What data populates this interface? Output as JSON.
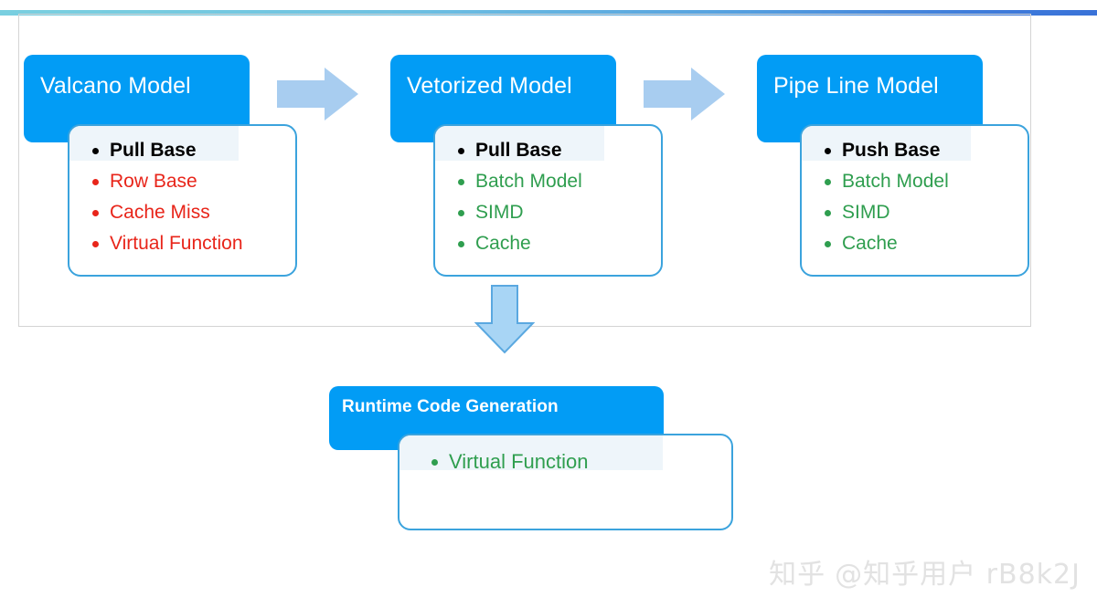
{
  "decor": {
    "top_bar_gradient_from": "#79cfe0",
    "top_bar_gradient_to": "#3a72d8",
    "frame_border_color": "#d4d4d4",
    "plate_color": "#029cf5",
    "card_border_color": "#3ba3dd",
    "arrow_fill": "#a8cdf0",
    "arrow_stroke": "#6aa9e0",
    "color_black": "#000000",
    "color_red": "#e8251a",
    "color_green": "#2f9e4f"
  },
  "stages": [
    {
      "title": "Valcano Model",
      "bullets": [
        {
          "text": "Pull Base",
          "tone": "black"
        },
        {
          "text": "Row Base",
          "tone": "red"
        },
        {
          "text": "Cache Miss",
          "tone": "red"
        },
        {
          "text": "Virtual Function",
          "tone": "red"
        }
      ]
    },
    {
      "title": "Vetorized Model",
      "bullets": [
        {
          "text": "Pull Base",
          "tone": "black"
        },
        {
          "text": "Batch Model",
          "tone": "green"
        },
        {
          "text": "SIMD",
          "tone": "green"
        },
        {
          "text": "Cache",
          "tone": "green"
        }
      ]
    },
    {
      "title": "Pipe Line Model",
      "bullets": [
        {
          "text": "Push Base",
          "tone": "black"
        },
        {
          "text": "Batch Model",
          "tone": "green"
        },
        {
          "text": "SIMD",
          "tone": "green"
        },
        {
          "text": "Cache",
          "tone": "green"
        }
      ]
    }
  ],
  "outcome": {
    "title": "Runtime Code Generation",
    "bullets": [
      {
        "text": "Virtual Function",
        "tone": "green"
      }
    ]
  },
  "arrows": {
    "right_1": "arrow-right-icon",
    "right_2": "arrow-right-icon",
    "down_1": "arrow-down-icon"
  },
  "watermark": {
    "site": "知乎",
    "handle": "@知乎用户 rB8k2J"
  }
}
